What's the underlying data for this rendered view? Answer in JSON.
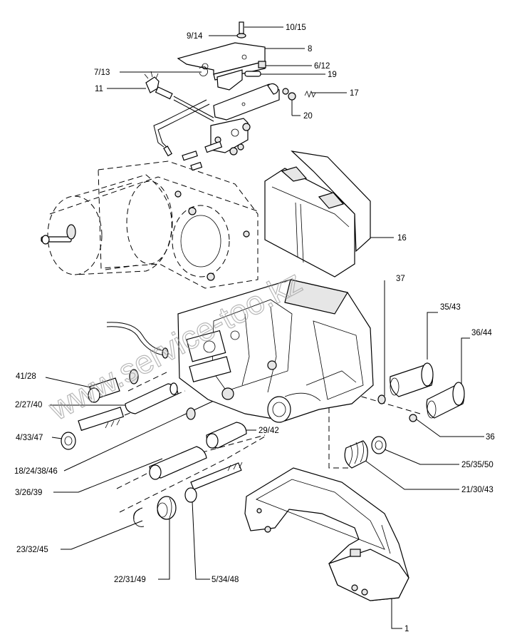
{
  "callouts": [
    {
      "id": "c1",
      "text": "10/15"
    },
    {
      "id": "c2",
      "text": "9/14"
    },
    {
      "id": "c3",
      "text": "8"
    },
    {
      "id": "c4",
      "text": "6/12"
    },
    {
      "id": "c5",
      "text": "7/13"
    },
    {
      "id": "c6",
      "text": "19"
    },
    {
      "id": "c7",
      "text": "11"
    },
    {
      "id": "c8",
      "text": "17"
    },
    {
      "id": "c9",
      "text": "20"
    },
    {
      "id": "c10",
      "text": "16"
    },
    {
      "id": "c11",
      "text": "37"
    },
    {
      "id": "c12",
      "text": "35/43"
    },
    {
      "id": "c13",
      "text": "36/44"
    },
    {
      "id": "c14",
      "text": "41/28"
    },
    {
      "id": "c15",
      "text": "2/27/40"
    },
    {
      "id": "c16",
      "text": "36"
    },
    {
      "id": "c17",
      "text": "4/33/47"
    },
    {
      "id": "c18",
      "text": "29/42"
    },
    {
      "id": "c19",
      "text": "25/35/50"
    },
    {
      "id": "c20",
      "text": "18/24/38/46"
    },
    {
      "id": "c21",
      "text": "21/30/43"
    },
    {
      "id": "c22",
      "text": "3/26/39"
    },
    {
      "id": "c23",
      "text": "23/32/45"
    },
    {
      "id": "c24",
      "text": "22/31/49"
    },
    {
      "id": "c25",
      "text": "5/34/48"
    },
    {
      "id": "c26",
      "text": "1"
    }
  ],
  "watermark": "www.service-too.kz"
}
